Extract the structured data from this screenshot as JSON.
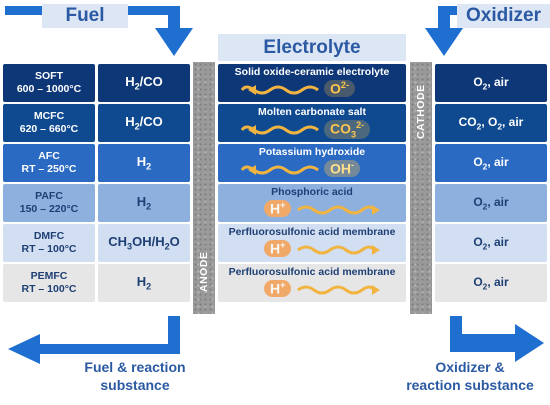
{
  "headers": {
    "fuel": "Fuel",
    "electrolyte": "Electrolyte",
    "oxidizer": "Oxidizer"
  },
  "side_labels": {
    "anode": "ANODE",
    "cathode": "CATHODE"
  },
  "outputs": {
    "fuel_line1": "Fuel & reaction",
    "fuel_line2": "substance",
    "oxi_line1": "Oxidizer &",
    "oxi_line2": "reaction substance"
  },
  "rows": [
    {
      "name": "SOFT",
      "temp": "600 – 1000°C",
      "fuel": "H2/CO",
      "electrolyte": "Solid oxide-ceramic electrolyte",
      "ion": "O2-",
      "oxidizer": "O2, air"
    },
    {
      "name": "MCFC",
      "temp": "620 – 660°C",
      "fuel": "H2/CO",
      "electrolyte": "Molten carbonate salt",
      "ion": "CO32-",
      "oxidizer": "CO2, O2, air"
    },
    {
      "name": "AFC",
      "temp": "RT – 250°C",
      "fuel": "H2",
      "electrolyte": "Potassium hydroxide",
      "ion": "OH-",
      "oxidizer": "O2, air"
    },
    {
      "name": "PAFC",
      "temp": "150 – 220°C",
      "fuel": "H2",
      "electrolyte": "Phosphoric acid",
      "ion": "H+",
      "oxidizer": "O2, air"
    },
    {
      "name": "DMFC",
      "temp": "RT – 100°C",
      "fuel": "CH3OH/H2O",
      "electrolyte": "Perfluorosulfonic acid membrane",
      "ion": "H+",
      "oxidizer": "O2, air"
    },
    {
      "name": "PEMFC",
      "temp": "RT – 100°C",
      "fuel": "H2",
      "electrolyte": "Perfluorosulfonic acid membrane",
      "ion": "H+",
      "oxidizer": "O2, air"
    }
  ],
  "colors": {
    "accent": "#2b5aa3",
    "arrow": "#1f6fd1",
    "row_fills": [
      "#0d3777",
      "#0f4a91",
      "#2a6ac2",
      "#8db0df",
      "#d2def1",
      "#e6e6e6"
    ],
    "wave_color": "#f2b441",
    "ion_color_dark": "#ffc44d",
    "ion_color_light": "#ffffff",
    "ion_color_h": "#f7f7f7",
    "ion_bg_light": "#f0a969"
  }
}
